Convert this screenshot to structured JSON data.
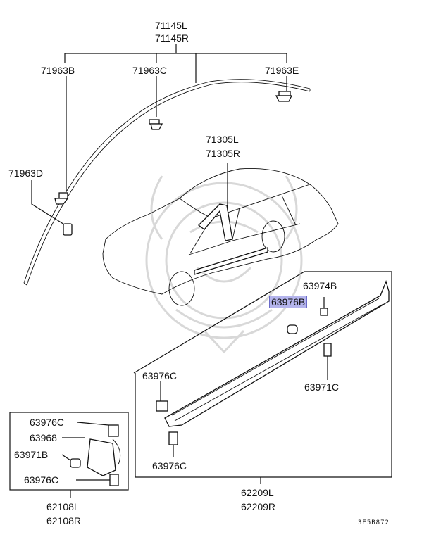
{
  "labels": {
    "molding_l": "71145L",
    "molding_r": "71145R",
    "clip_b": "71963B",
    "clip_c": "71963C",
    "clip_e": "71963E",
    "clip_d": "71963D",
    "door_l": "71305L",
    "door_r": "71305R",
    "clip_74b": "63974B",
    "clip_76b": "63976B",
    "clip_76c_a": "63976C",
    "clip_71c": "63971C",
    "clip_76c_b": "63976C",
    "sill_l": "62209L",
    "sill_r": "62209R",
    "box_76c_a": "63976C",
    "box_68": "63968",
    "box_71b": "63971B",
    "box_76c_b": "63976C",
    "mud_l": "62108L",
    "mud_r": "62108R"
  },
  "highlight": {
    "part": "63976B",
    "color": "#b4b4ec"
  },
  "diagram_code": "3E5B872"
}
